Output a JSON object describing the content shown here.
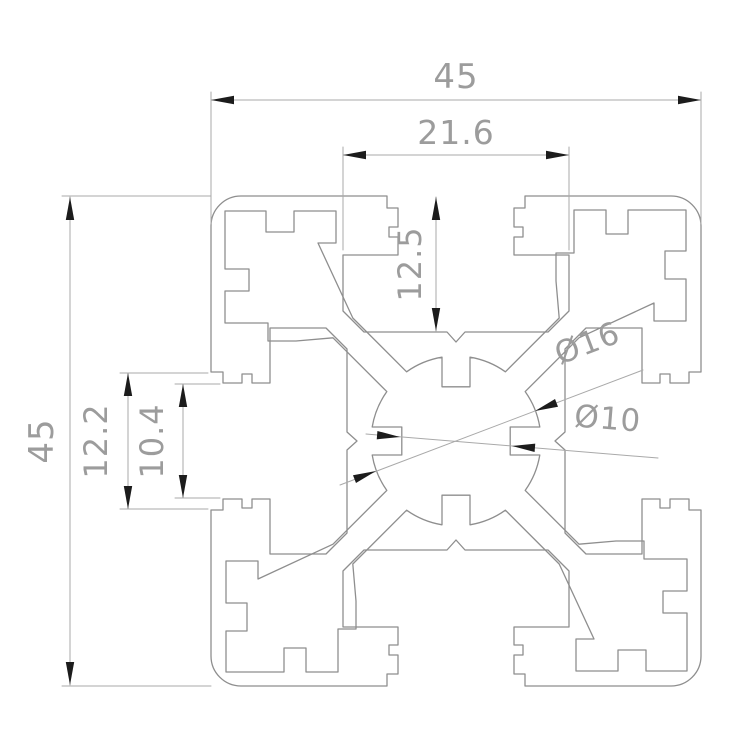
{
  "dimensions": {
    "overall_width": "45",
    "overall_height": "45",
    "slot_cavity_width": "21.6",
    "slot_depth": "12.5",
    "slot_outer_opening": "12.2",
    "slot_inner_opening": "10.4",
    "center_bore_outer": "Ø16",
    "center_bore_inner": "Ø10"
  },
  "colors": {
    "background": "#ffffff",
    "profile_line": "#8e8e8e",
    "dimension_line": "#a9a9a9",
    "dimension_text": "#9c9c9c",
    "arrow": "#1c1c1c"
  }
}
